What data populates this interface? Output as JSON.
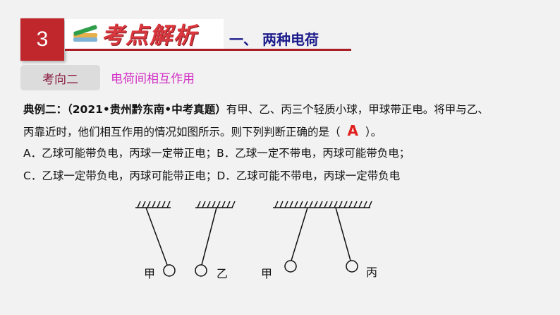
{
  "header": {
    "number": "3",
    "logo_text": "考点解析",
    "section_title": "一、 两种电荷"
  },
  "topic": {
    "tag": "考向二",
    "title": "电荷间相互作用"
  },
  "question": {
    "prefix": "典例二：（2021•贵州黔东南•中考真题）",
    "line1": "有甲、乙、丙三个轻质小球，甲球带正电。将甲与乙、",
    "line2a": "丙靠近时，他们相互作用的情况如图所示。则下列判断正确的是（",
    "answer": "A",
    "line2b": "）。",
    "option_ab": "A．乙球可能带负电，丙球一定带正电；B．乙球一定不带电，丙球可能带负电；",
    "option_cd": "C．乙球一定带负电，丙球可能带正电；D．乙球可能不带电，丙球一定带负电"
  },
  "figure": {
    "labels": [
      "甲",
      "乙",
      "甲",
      "丙"
    ]
  }
}
